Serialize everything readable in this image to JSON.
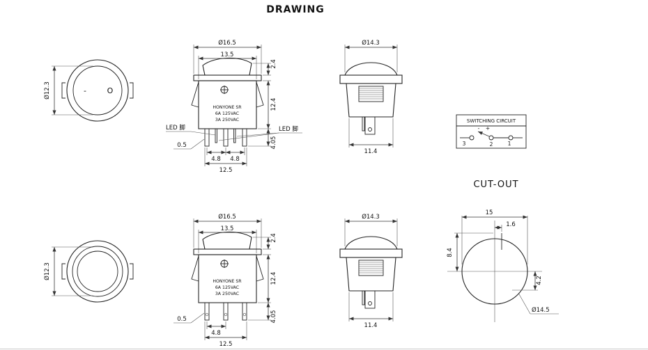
{
  "page": {
    "title": "DRAWING",
    "cutout_title": "CUT-OUT"
  },
  "front_top": {
    "dia": "Ø12.3",
    "on": "-",
    "off": "O"
  },
  "side_top": {
    "dia": "Ø16.5",
    "width": "13.5",
    "rocker_h": "2.4",
    "body_h": "12.4",
    "brand": "HONYONE SR",
    "rating1": "6A 125VAC",
    "rating2": "3A 250VAC",
    "led_left": "LED 脚",
    "led_right": "LED 脚",
    "pin_t": "0.5",
    "pitch1": "4.8",
    "pitch2": "4.8",
    "pin_h": "4.05",
    "span": "12.5"
  },
  "rside_top": {
    "dia": "Ø14.3",
    "width": "11.4"
  },
  "circuit": {
    "title": "SWITCHING CIRCUIT",
    "minus": "-",
    "plus": "+",
    "t3": "3",
    "t2": "2",
    "t1": "1"
  },
  "front_bottom": {
    "dia": "Ø12.3"
  },
  "side_bottom": {
    "dia": "Ø16.5",
    "width": "13.5",
    "rocker_h": "2.4",
    "body_h": "12.4",
    "brand": "HONYONE SR",
    "rating1": "6A 125VAC",
    "rating2": "3A 250VAC",
    "pin_t": "0.5",
    "pitch1": "4.8",
    "pin_h": "4.05",
    "span": "12.5"
  },
  "rside_bottom": {
    "dia": "Ø14.3",
    "width": "11.4"
  },
  "cutout": {
    "width": "15",
    "slot": "1.6",
    "upper": "8.4",
    "lower": "4.2",
    "dia": "Ø14.5"
  }
}
